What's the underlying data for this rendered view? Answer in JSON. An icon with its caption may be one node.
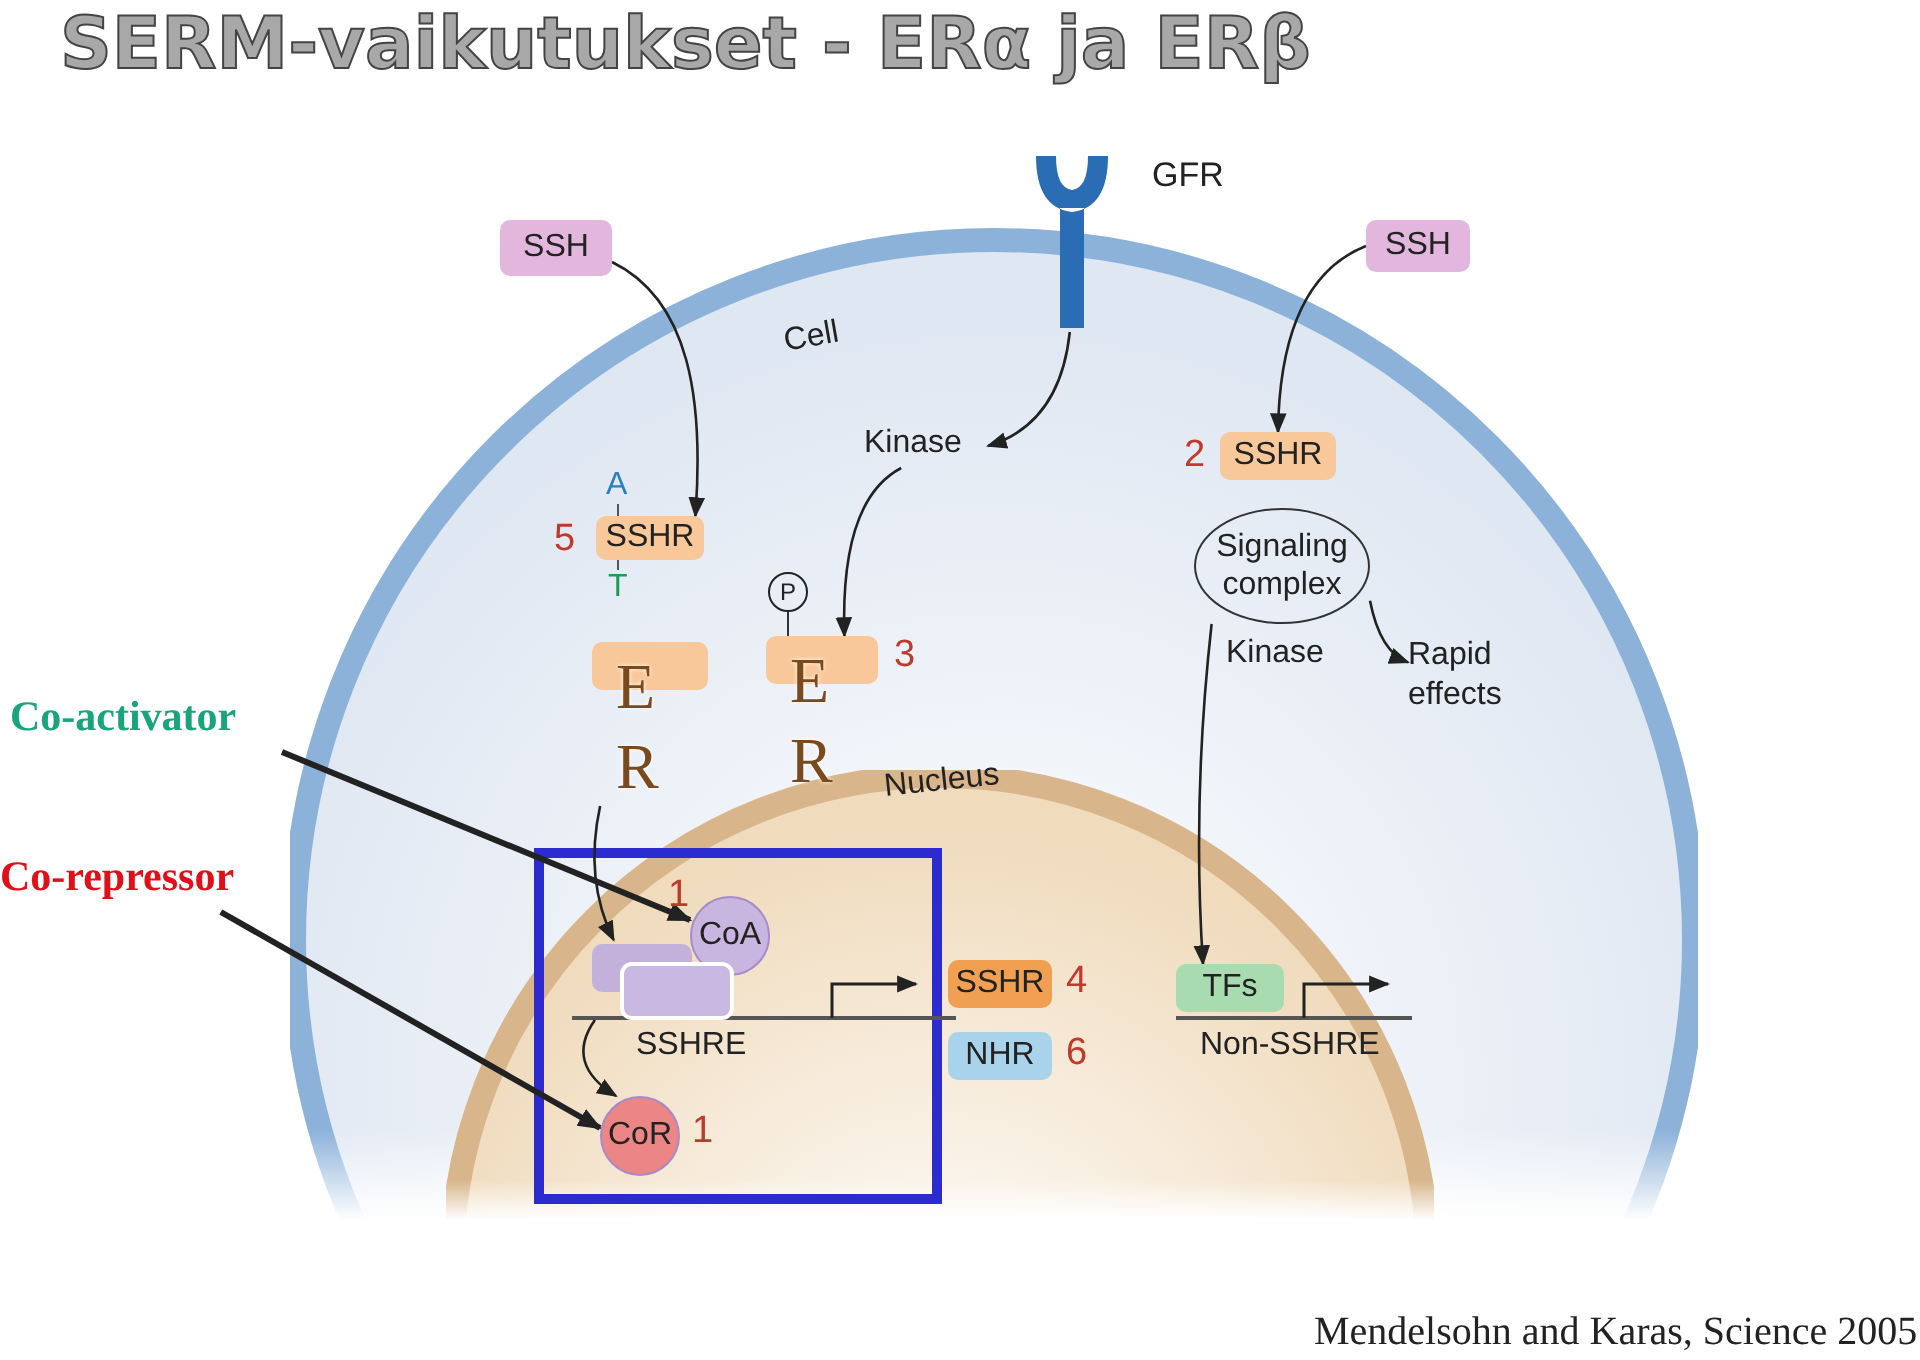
{
  "diagram": {
    "title": "SERM-vaikutukset - ERα ja ERβ",
    "caption": "Mendelsohn and Karas, Science 2005",
    "nodes": [
      {
        "text": [
          "Cell"
        ]
      },
      {
        "text": [
          "Nucleus"
        ],
        "in": 0
      },
      {
        "text": [
          "SSH"
        ]
      },
      {
        "text": [
          "SSHR"
        ],
        "beside": [
          "A",
          "5",
          "T"
        ],
        "in": 0
      },
      {
        "text": [
          "GFR"
        ]
      },
      {
        "text": [
          "Kinase"
        ],
        "in": 0
      },
      {
        "text": [
          "SSH"
        ]
      },
      {
        "text": [
          "SSHR"
        ],
        "beside": [
          "2"
        ],
        "in": 0
      },
      {
        "text": [
          "Signaling complex"
        ],
        "beside": [
          "Kinase"
        ],
        "in": 0
      },
      {
        "text": [
          "Rapid effects"
        ],
        "in": 0
      },
      {
        "text": [
          "E R"
        ],
        "in": 0
      },
      {
        "text": [
          "E R"
        ],
        "beside": [
          "P",
          "3"
        ],
        "in": 0
      },
      {
        "text": [
          "Co-activator"
        ]
      },
      {
        "text": [
          "Co-repressor"
        ]
      },
      {
        "text": [
          "CoA"
        ],
        "beside": [
          "1"
        ],
        "in": 1
      },
      {
        "text": [],
        "shape": "box",
        "in": 1
      },
      {
        "text": [
          "SSHR"
        ],
        "beside": [
          "4"
        ],
        "in": 1
      },
      {
        "text": [
          "TFs"
        ],
        "in": 1
      },
      {
        "text": [
          "NHR"
        ],
        "beside": [
          "6"
        ],
        "in": 1
      },
      {
        "text": [
          "CoR"
        ],
        "beside": [
          "1"
        ],
        "in": 1
      }
    ],
    "edges": [
      {
        "from": 2,
        "to": 3,
        "arrow": "to"
      },
      {
        "from": 4,
        "to": 5,
        "arrow": "to"
      },
      {
        "from": 5,
        "to": 11,
        "arrow": "to"
      },
      {
        "from": 6,
        "to": 7,
        "arrow": "to"
      },
      {
        "from": 8,
        "to": 9,
        "arrow": "to"
      },
      {
        "from": 8,
        "to": 17,
        "arrow": "to"
      },
      {
        "from": 10,
        "to": 15,
        "arrow": "to"
      },
      {
        "from": 12,
        "to": 14,
        "arrow": "to",
        "style": "thick"
      },
      {
        "from": 13,
        "to": 19,
        "arrow": "to",
        "style": "thick"
      },
      {
        "from": 15,
        "to": 19,
        "arrow": "to"
      }
    ],
    "labels": [
      "SSHRE",
      "Non-SSHRE"
    ]
  }
}
